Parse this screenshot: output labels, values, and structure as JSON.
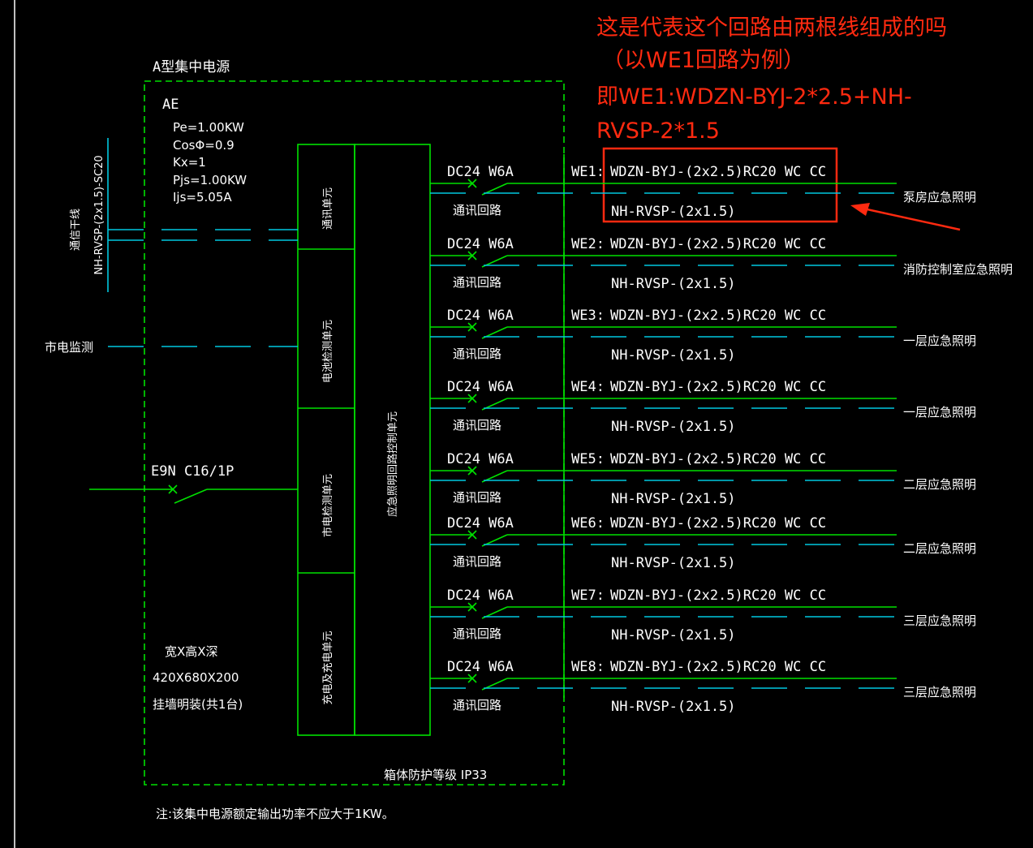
{
  "annotation": {
    "lines": [
      "这是代表这个回路由两根线组成的吗",
      "（以WE1回路为例）",
      "即WE1:WDZN-BYJ-2*2.5+NH-",
      "RVSP-2*1.5"
    ],
    "color": "#ff2a10"
  },
  "panel": {
    "title": "A型集中电源",
    "name": "AE",
    "params": [
      "Pe=1.00KW",
      "CosΦ=0.9",
      "Kx=1",
      "Pjs=1.00KW",
      "Ijs=5.05A"
    ],
    "size_label": "宽X高X深",
    "size_value": "420X680X200",
    "mount": "挂墙明装(共1台)",
    "protection": "箱体防护等级  IP33",
    "footnote": "注:该集中电源额定输出功率不应大于1KW。"
  },
  "inputs": {
    "comm_cable": "NH-RVSP-(2x1.5)-SC20",
    "comm_label": "通信干线",
    "mains_label": "市电监测",
    "breaker": "E9N C16/1P"
  },
  "units": [
    "通讯单元",
    "电池检测单元",
    "市电检测单元",
    "充电及充电单元"
  ],
  "control_unit": "应急照明回路控制单元",
  "circuits": [
    {
      "id": "WE1:",
      "breaker": "DC24 W6A",
      "power": "WDZN-BYJ-(2x2.5)RC20  WC  CC",
      "comm": "NH-RVSP-(2x1.5)",
      "comm_label": "通讯回路",
      "dest": "泵房应急照明"
    },
    {
      "id": "WE2:",
      "breaker": "DC24 W6A",
      "power": "WDZN-BYJ-(2x2.5)RC20  WC  CC",
      "comm": "NH-RVSP-(2x1.5)",
      "comm_label": "通讯回路",
      "dest": "消防控制室应急照明"
    },
    {
      "id": "WE3:",
      "breaker": "DC24 W6A",
      "power": "WDZN-BYJ-(2x2.5)RC20  WC  CC",
      "comm": "NH-RVSP-(2x1.5)",
      "comm_label": "通讯回路",
      "dest": "一层应急照明"
    },
    {
      "id": "WE4:",
      "breaker": "DC24 W6A",
      "power": "WDZN-BYJ-(2x2.5)RC20  WC  CC",
      "comm": "NH-RVSP-(2x1.5)",
      "comm_label": "通讯回路",
      "dest": "一层应急照明"
    },
    {
      "id": "WE5:",
      "breaker": "DC24 W6A",
      "power": "WDZN-BYJ-(2x2.5)RC20  WC  CC",
      "comm": "NH-RVSP-(2x1.5)",
      "comm_label": "通讯回路",
      "dest": "二层应急照明"
    },
    {
      "id": "WE6:",
      "breaker": "DC24 W6A",
      "power": "WDZN-BYJ-(2x2.5)RC20  WC  CC",
      "comm": "NH-RVSP-(2x1.5)",
      "comm_label": "通讯回路",
      "dest": "二层应急照明"
    },
    {
      "id": "WE7:",
      "breaker": "DC24 W6A",
      "power": "WDZN-BYJ-(2x2.5)RC20  WC  CC",
      "comm": "NH-RVSP-(2x1.5)",
      "comm_label": "通讯回路",
      "dest": "三层应急照明"
    },
    {
      "id": "WE8:",
      "breaker": "DC24 W6A",
      "power": "WDZN-BYJ-(2x2.5)RC20  WC  CC",
      "comm": "NH-RVSP-(2x1.5)",
      "comm_label": "通讯回路",
      "dest": "三层应急照明"
    }
  ],
  "colors": {
    "background": "#000000",
    "power_line": "#00e000",
    "comm_line": "#00c8e0",
    "text": "#ffffff",
    "highlight": "#ff2a10"
  }
}
